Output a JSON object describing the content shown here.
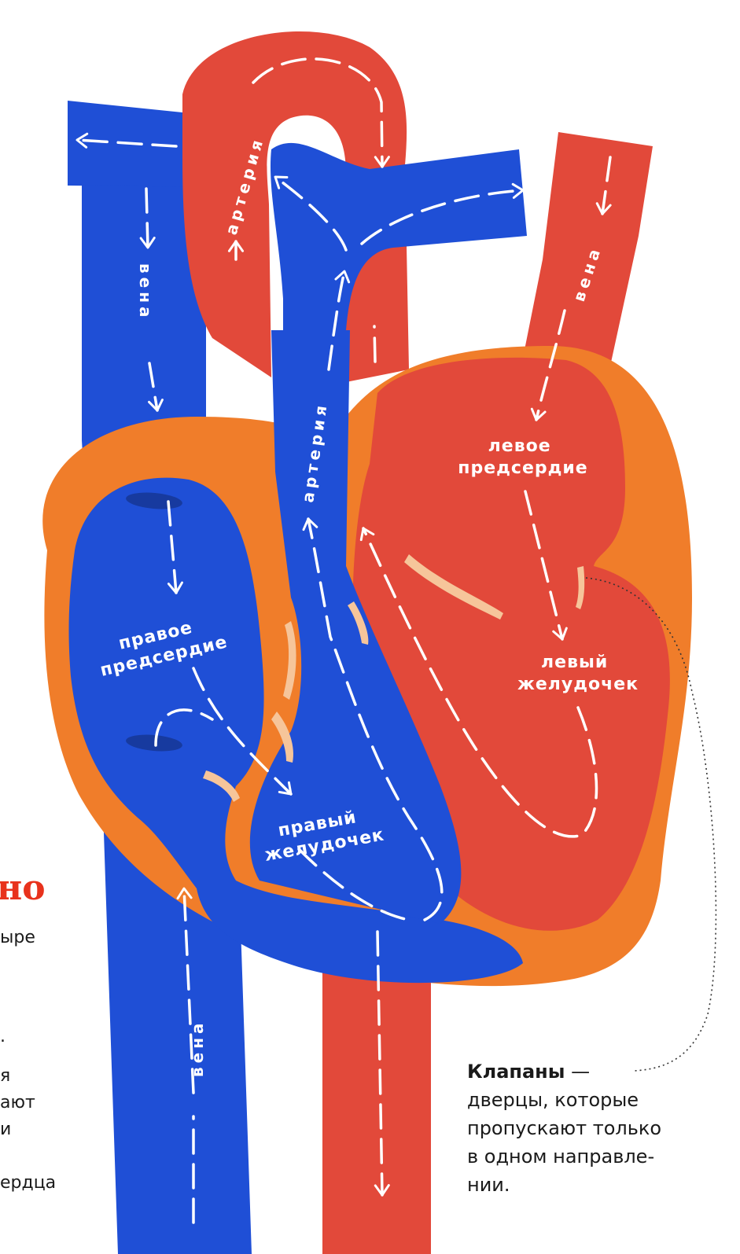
{
  "labels": {
    "vein_top_left": "вена",
    "vein_bottom_left": "вена",
    "vein_top_right": "вена",
    "artery_arch": "артерия",
    "artery_center": "артерия",
    "right_atrium": [
      "правое",
      "предсердие"
    ],
    "right_ventricle": [
      "правый",
      "желудочек"
    ],
    "left_atrium": [
      "левое",
      "предсердие"
    ],
    "left_ventricle": [
      "левый",
      "желудочек"
    ]
  },
  "side_fragment": {
    "title": "но",
    "lines": [
      "ыре",
      ".",
      "я",
      "ают",
      "и",
      "ердца"
    ]
  },
  "valves_note": {
    "term": "Клапаны",
    "dash": " —",
    "lines": [
      "дверцы, которые",
      "пропускают только",
      "в одном направле-",
      "нии."
    ]
  },
  "colors": {
    "vein_blue": "#1f4fd6",
    "artery_red": "#e2493a",
    "muscle_orange": "#f07d2a",
    "valve_cream": "#f6c59a",
    "title_red": "#e8321c"
  }
}
